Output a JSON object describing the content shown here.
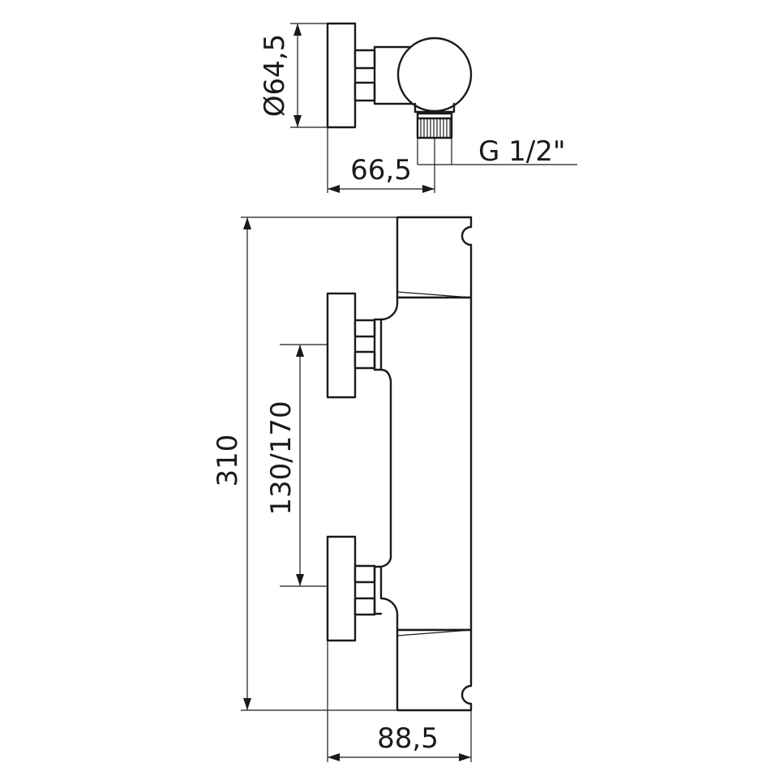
{
  "dimensions": {
    "escutcheon_diameter": "Ø64,5",
    "depth_from_wall": "66,5",
    "outlet_thread": "G 1/2\"",
    "overall_height": "310",
    "inlet_spacing": "130/170",
    "overall_depth": "88,5"
  }
}
